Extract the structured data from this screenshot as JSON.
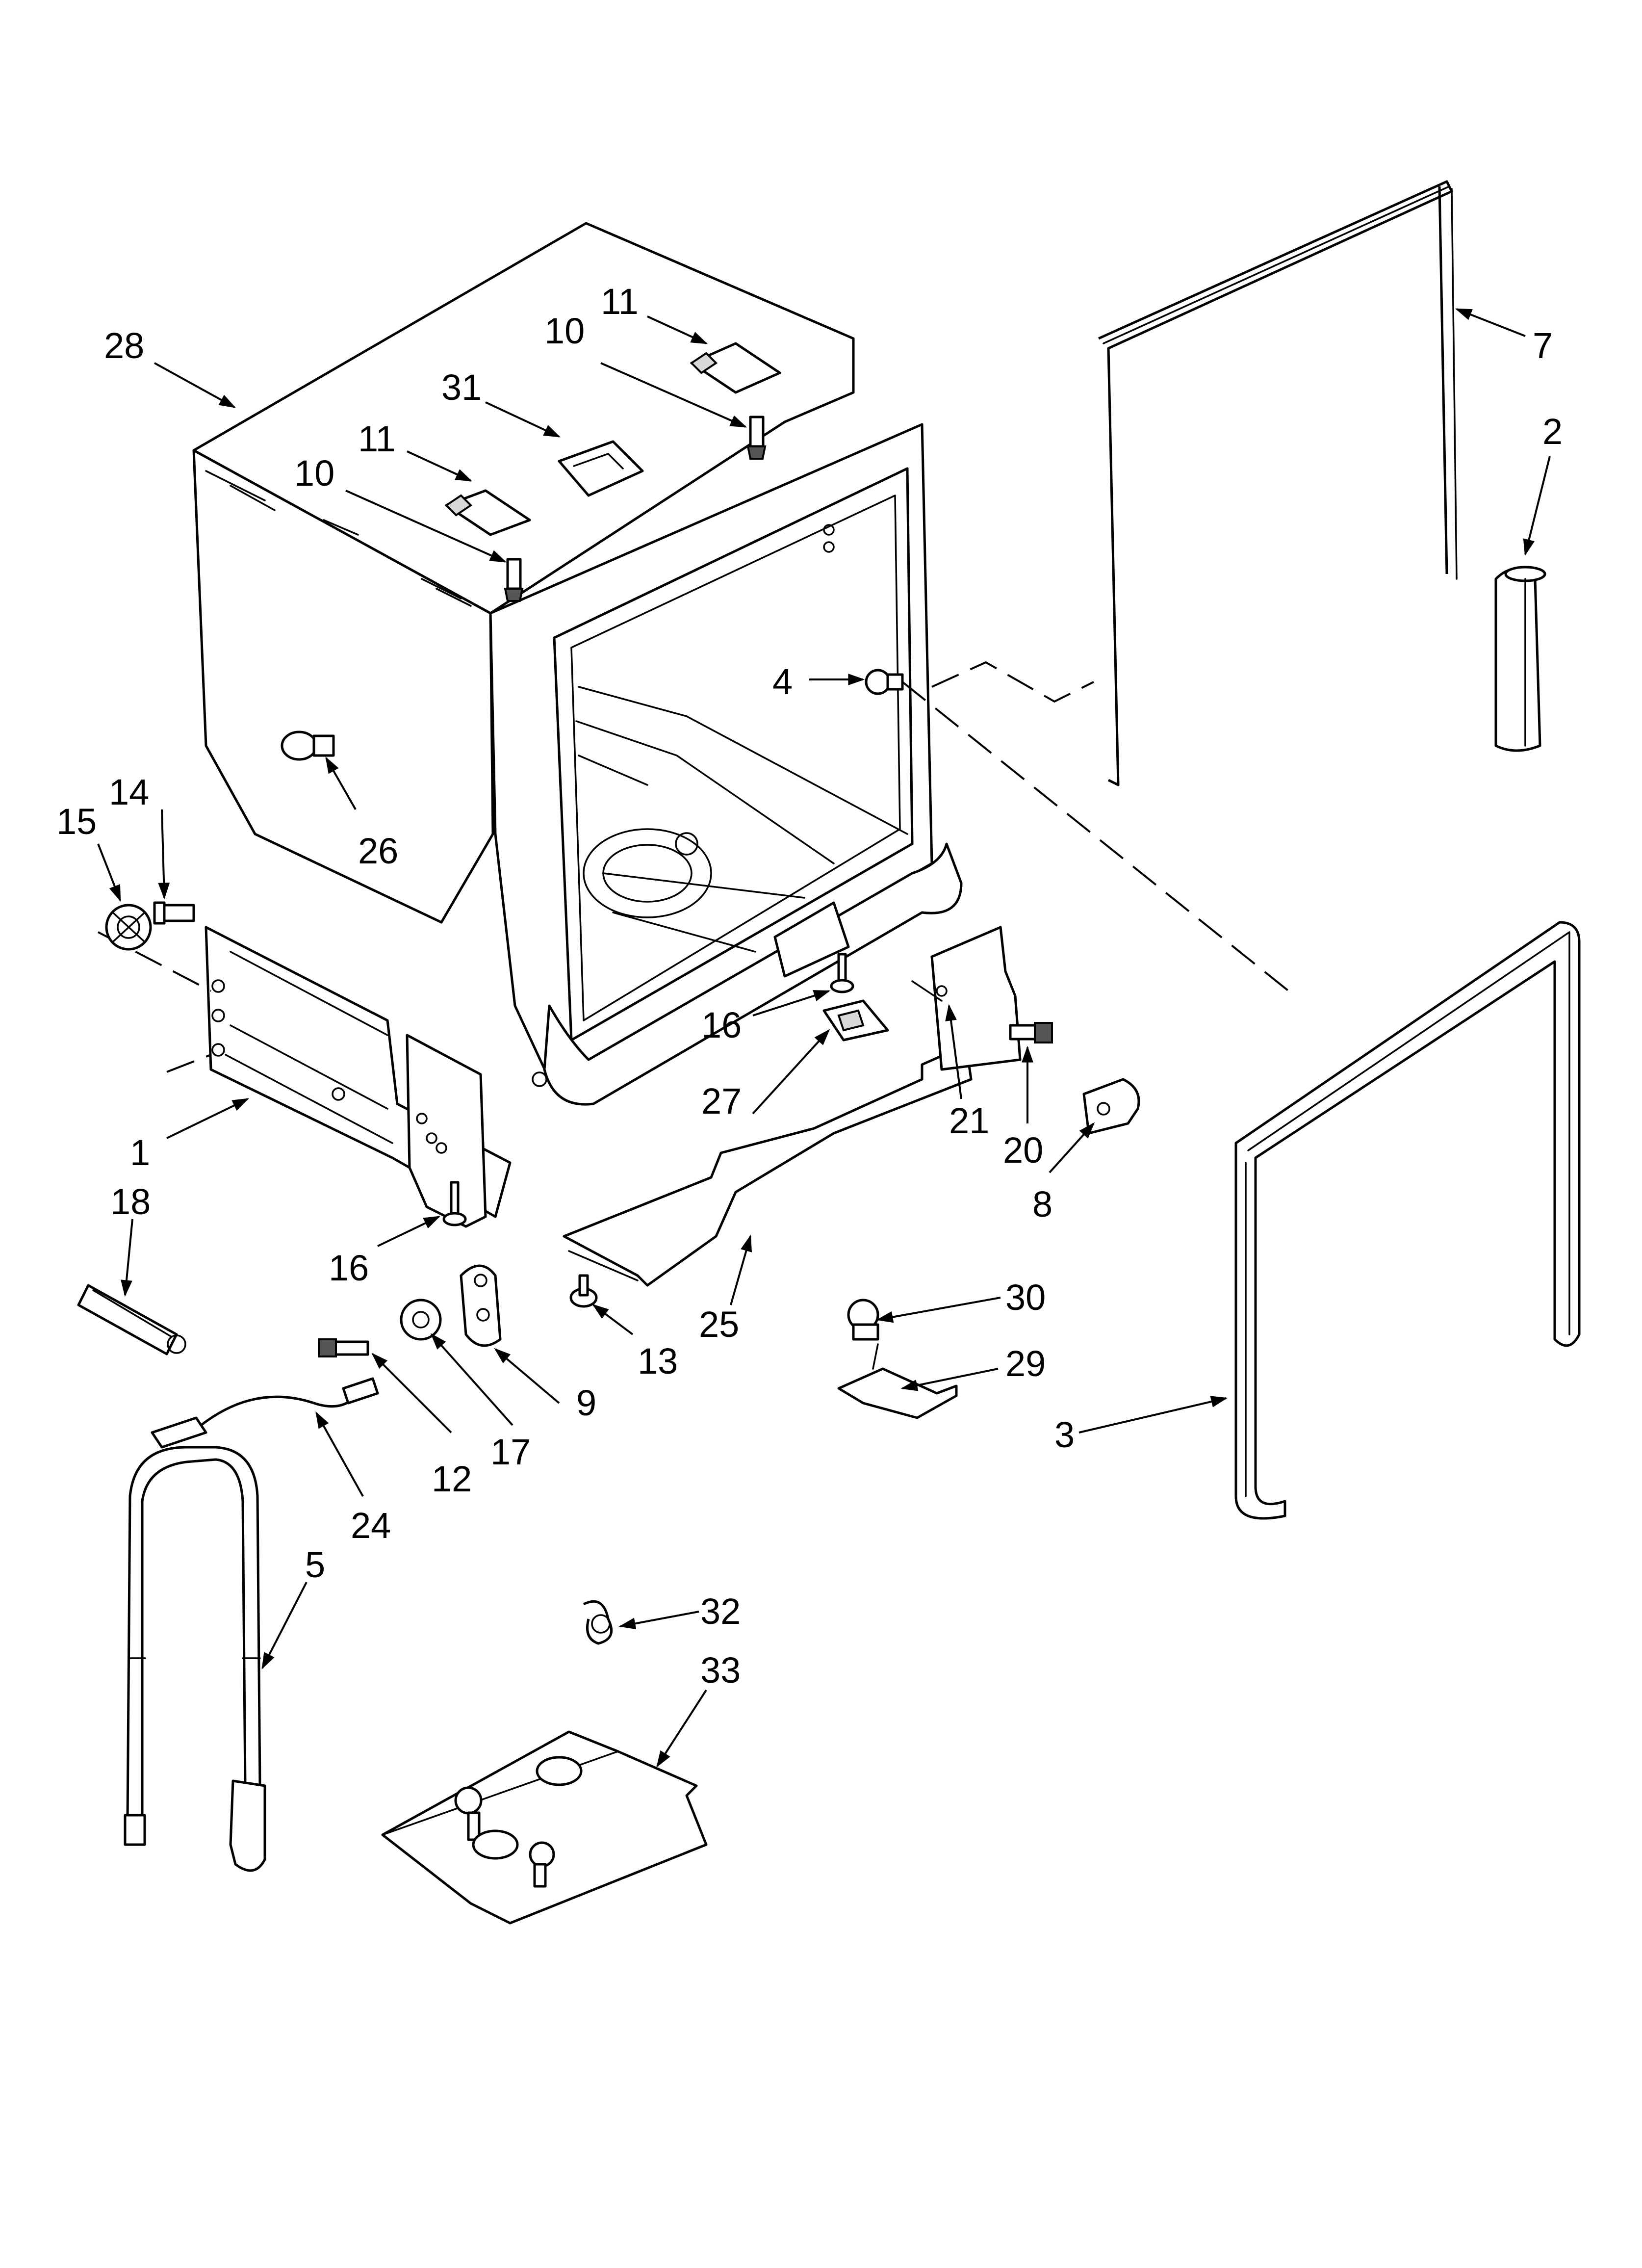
{
  "callouts": [
    {
      "id": "p28",
      "label": "28"
    },
    {
      "id": "p11a",
      "label": "11"
    },
    {
      "id": "p10a",
      "label": "10"
    },
    {
      "id": "p31",
      "label": "31"
    },
    {
      "id": "p11b",
      "label": "11"
    },
    {
      "id": "p10b",
      "label": "10"
    },
    {
      "id": "p7",
      "label": "7"
    },
    {
      "id": "p2",
      "label": "2"
    },
    {
      "id": "p4",
      "label": "4"
    },
    {
      "id": "p26",
      "label": "26"
    },
    {
      "id": "p14",
      "label": "14"
    },
    {
      "id": "p15",
      "label": "15"
    },
    {
      "id": "p16a",
      "label": "16"
    },
    {
      "id": "p27",
      "label": "27"
    },
    {
      "id": "p21",
      "label": "21"
    },
    {
      "id": "p20",
      "label": "20"
    },
    {
      "id": "p8",
      "label": "8"
    },
    {
      "id": "p1",
      "label": "1"
    },
    {
      "id": "p18",
      "label": "18"
    },
    {
      "id": "p16b",
      "label": "16"
    },
    {
      "id": "p25",
      "label": "25"
    },
    {
      "id": "p13",
      "label": "13"
    },
    {
      "id": "p30",
      "label": "30"
    },
    {
      "id": "p29",
      "label": "29"
    },
    {
      "id": "p9",
      "label": "9"
    },
    {
      "id": "p17",
      "label": "17"
    },
    {
      "id": "p12",
      "label": "12"
    },
    {
      "id": "p3",
      "label": "3"
    },
    {
      "id": "p24",
      "label": "24"
    },
    {
      "id": "p5",
      "label": "5"
    },
    {
      "id": "p32",
      "label": "32"
    },
    {
      "id": "p33",
      "label": "33"
    }
  ]
}
